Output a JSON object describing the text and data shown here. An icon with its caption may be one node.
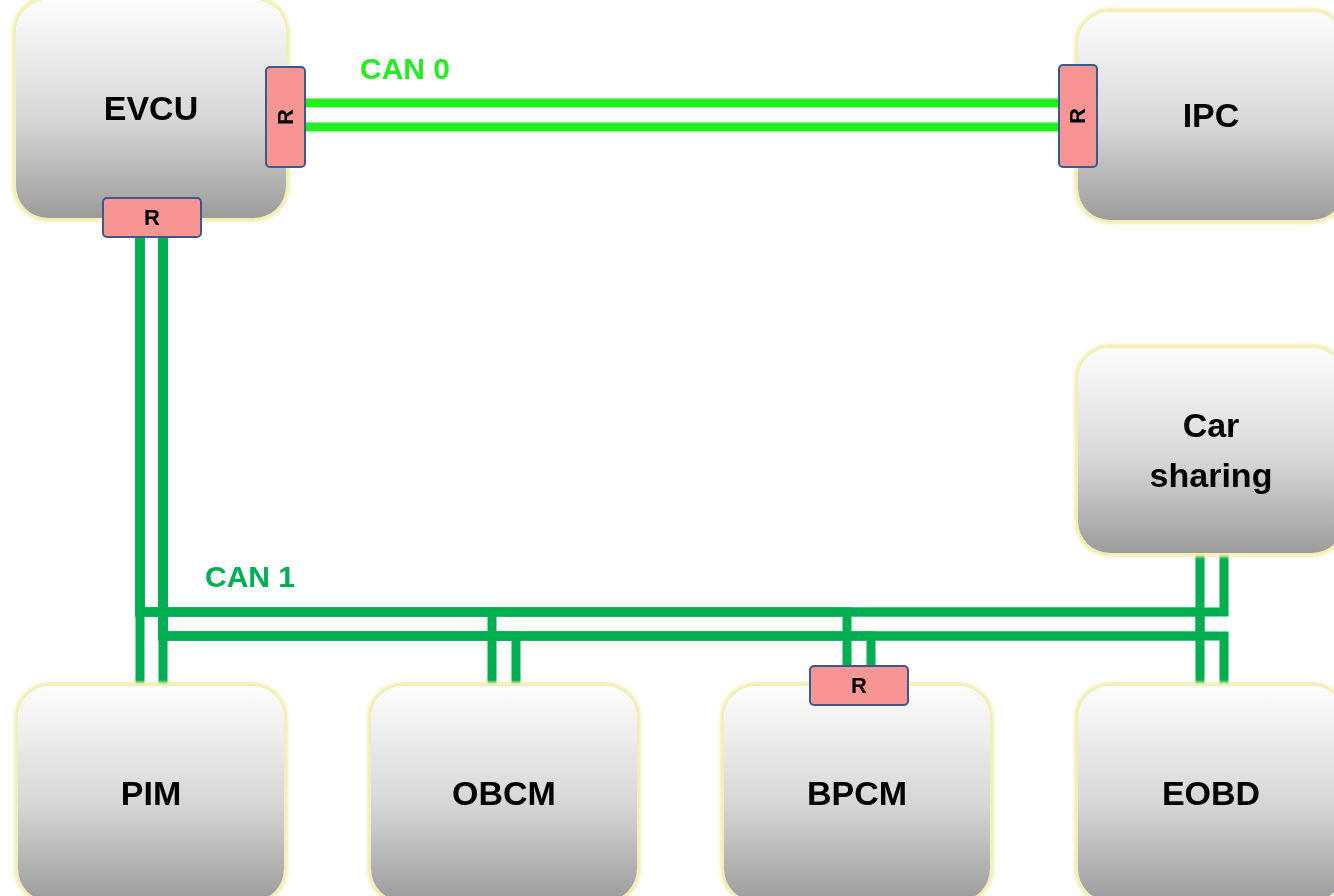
{
  "diagram": {
    "nodes": [
      {
        "text": [
          "EVCU"
        ]
      },
      {
        "text": [
          "R"
        ]
      },
      {
        "text": [
          "R"
        ]
      },
      {
        "text": [
          "IPC"
        ]
      },
      {
        "text": [
          "R"
        ]
      },
      {
        "text": [
          "Car sharing"
        ]
      },
      {
        "text": [
          "PIM"
        ]
      },
      {
        "text": [
          "OBCM"
        ]
      },
      {
        "text": [
          "R"
        ]
      },
      {
        "text": [
          "BPCM"
        ]
      },
      {
        "text": [
          "EOBD"
        ]
      }
    ],
    "edges": [
      {
        "from": 1,
        "to": 2,
        "arrow": "none",
        "label": "CAN 0",
        "color": "#22ee22"
      },
      {
        "from": 4,
        "to": 6,
        "arrow": "none",
        "label": "CAN 1"
      },
      {
        "from": 4,
        "to": 7,
        "arrow": "none"
      },
      {
        "from": 4,
        "to": 8,
        "arrow": "none"
      },
      {
        "from": 4,
        "to": 10,
        "arrow": "none"
      },
      {
        "from": 4,
        "to": 5,
        "arrow": "none"
      }
    ]
  }
}
